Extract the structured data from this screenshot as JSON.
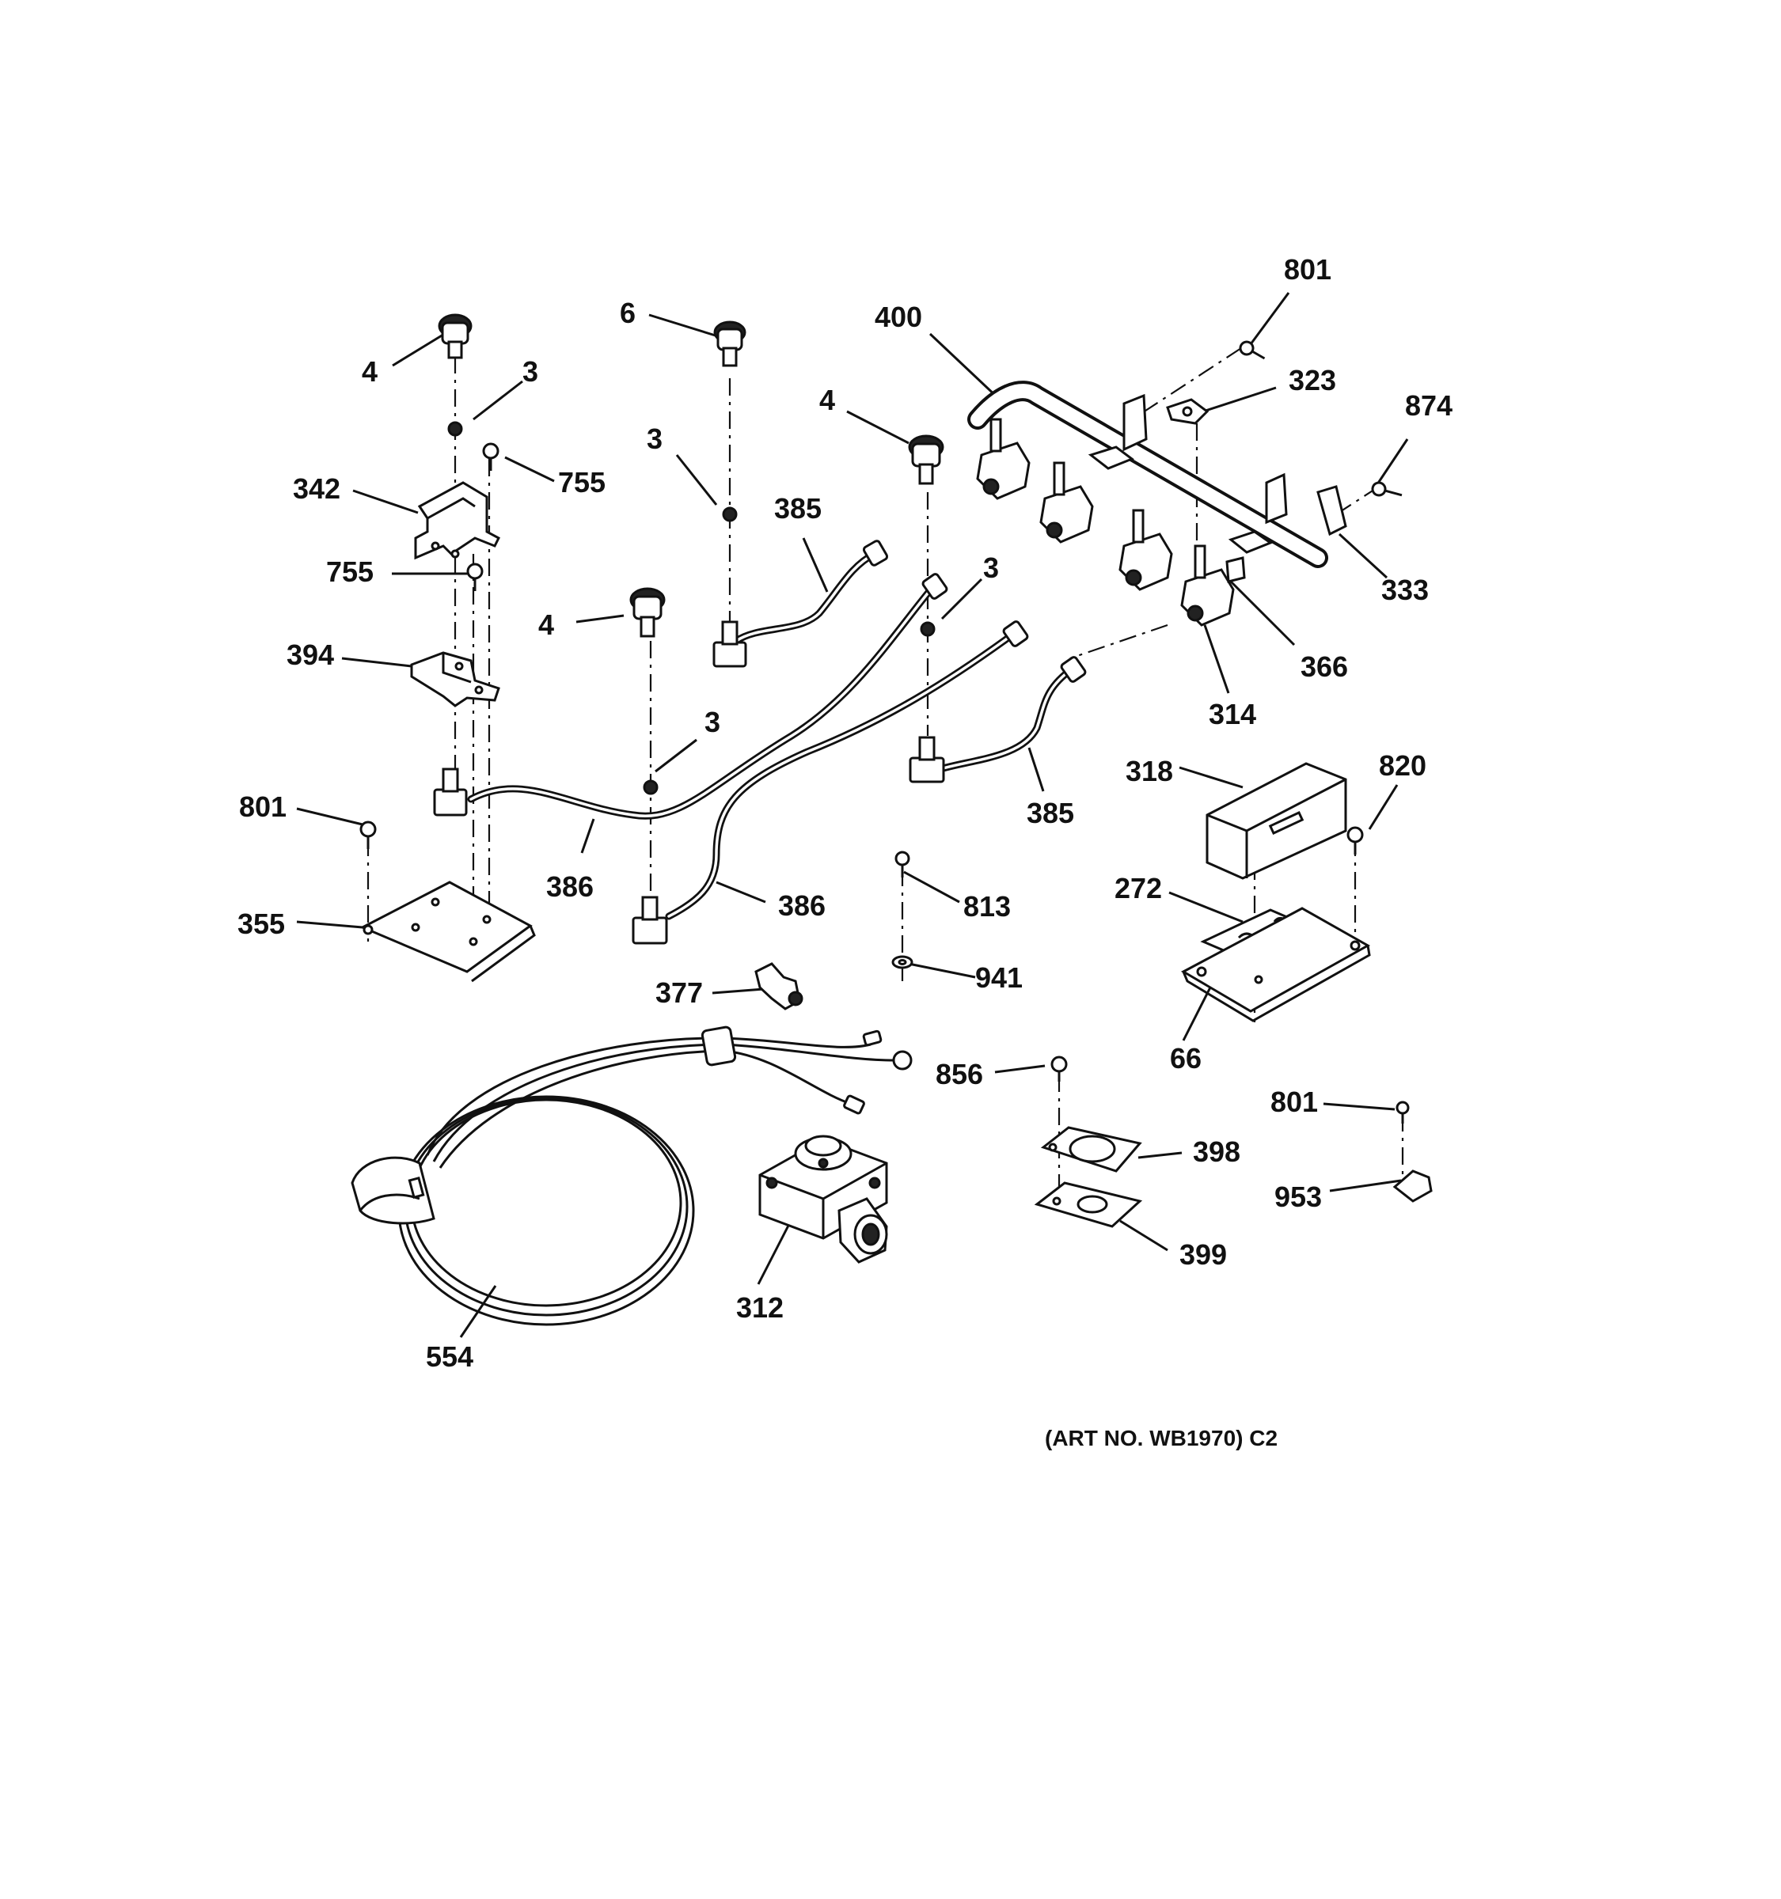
{
  "art_number": "(ART NO. WB1970) C2",
  "callouts": [
    {
      "id": "801-top",
      "text": "801"
    },
    {
      "id": "400",
      "text": "400"
    },
    {
      "id": "6",
      "text": "6"
    },
    {
      "id": "323",
      "text": "323"
    },
    {
      "id": "874",
      "text": "874"
    },
    {
      "id": "4-left",
      "text": "4"
    },
    {
      "id": "3-left",
      "text": "3"
    },
    {
      "id": "4-mid",
      "text": "4"
    },
    {
      "id": "3-upper-mid",
      "text": "3"
    },
    {
      "id": "342",
      "text": "342"
    },
    {
      "id": "755-a",
      "text": "755"
    },
    {
      "id": "385-top",
      "text": "385"
    },
    {
      "id": "755-b",
      "text": "755"
    },
    {
      "id": "3-right-mid",
      "text": "3"
    },
    {
      "id": "333",
      "text": "333"
    },
    {
      "id": "4-lower",
      "text": "4"
    },
    {
      "id": "394",
      "text": "394"
    },
    {
      "id": "366",
      "text": "366"
    },
    {
      "id": "314",
      "text": "314"
    },
    {
      "id": "3-lower",
      "text": "3"
    },
    {
      "id": "318",
      "text": "318"
    },
    {
      "id": "820",
      "text": "820"
    },
    {
      "id": "801-left",
      "text": "801"
    },
    {
      "id": "385-bottom",
      "text": "385"
    },
    {
      "id": "386-left",
      "text": "386"
    },
    {
      "id": "272",
      "text": "272"
    },
    {
      "id": "813",
      "text": "813"
    },
    {
      "id": "386-right",
      "text": "386"
    },
    {
      "id": "355",
      "text": "355"
    },
    {
      "id": "941",
      "text": "941"
    },
    {
      "id": "377",
      "text": "377"
    },
    {
      "id": "66",
      "text": "66"
    },
    {
      "id": "856",
      "text": "856"
    },
    {
      "id": "801-right",
      "text": "801"
    },
    {
      "id": "398",
      "text": "398"
    },
    {
      "id": "953",
      "text": "953"
    },
    {
      "id": "399",
      "text": "399"
    },
    {
      "id": "312",
      "text": "312"
    },
    {
      "id": "554",
      "text": "554"
    }
  ]
}
